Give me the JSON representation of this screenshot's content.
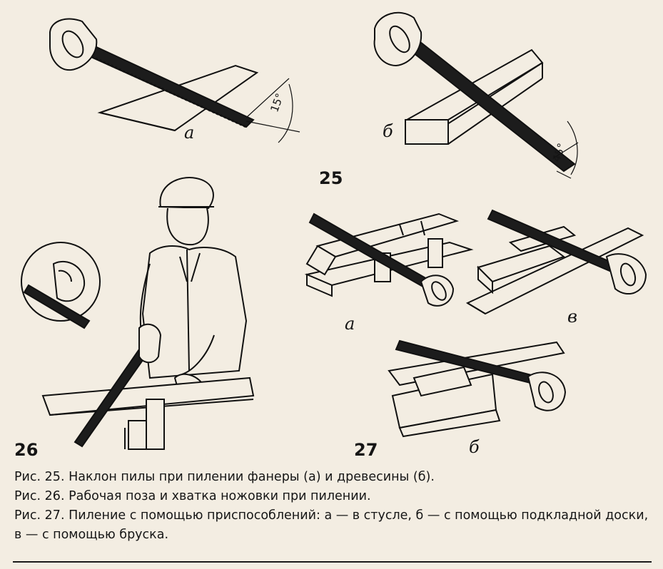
{
  "figure_numbers": {
    "fig25": "25",
    "fig26": "26",
    "fig27": "27"
  },
  "sub_labels": {
    "fig25_a": "а",
    "fig25_b": "б",
    "fig27_a": "а",
    "fig27_b": "б",
    "fig27_v": "в"
  },
  "angles": {
    "plywood": "15°",
    "wood": "45°"
  },
  "captions": [
    {
      "text": "Рис. 25. Наклон пилы при пилении фанеры (а) и древесины (б)."
    },
    {
      "text": "Рис. 26. Рабочая поза и хватка ножовки при пилении."
    },
    {
      "text": "Рис. 27. Пиление с помощью приспособлений: а — в стусле, б — с помощью подкладной доски, в — с помощью бруска."
    }
  ]
}
